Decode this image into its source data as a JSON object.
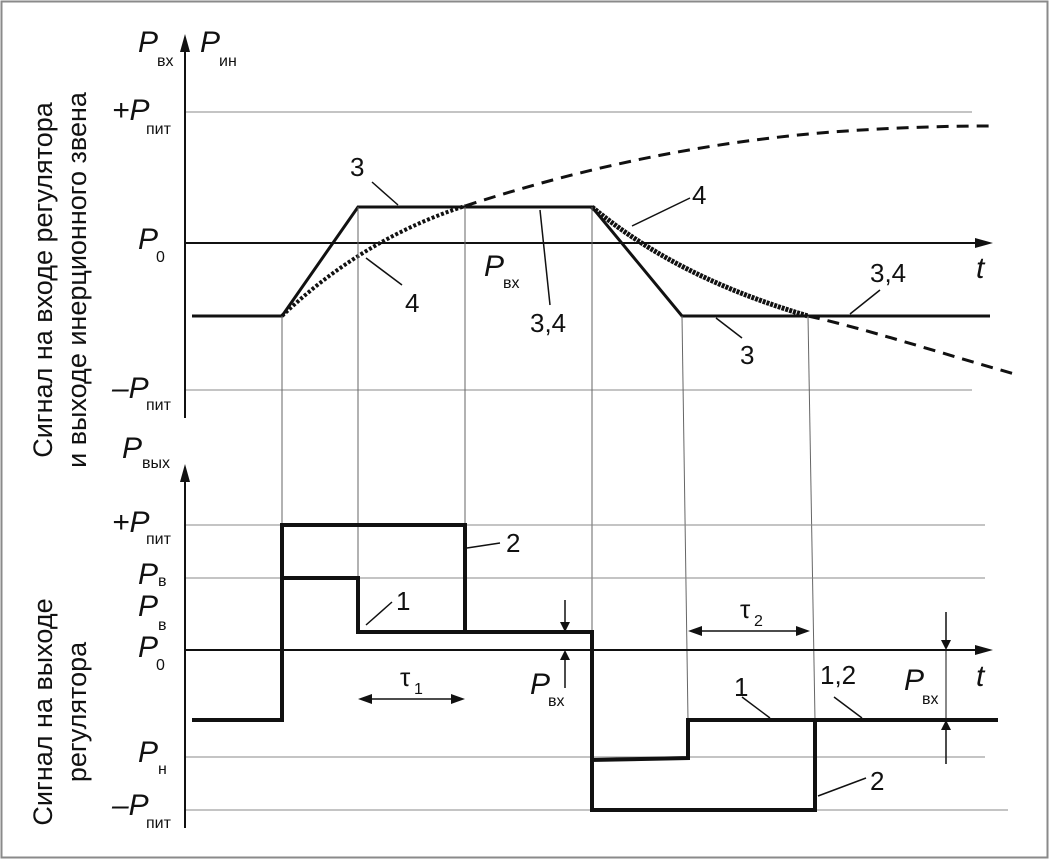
{
  "colors": {
    "border": "#8a8a8a",
    "ink": "#111111",
    "grid": "#888888",
    "background": "#ffffff"
  },
  "y_titles": {
    "top_line1": "Сигнал на входе регулятора",
    "top_line2": "и выходе инерционного звена",
    "bottom_line1": "Сигнал на выходе",
    "bottom_line2": "регулятора"
  },
  "top_plot": {
    "axis_label_1": {
      "main": "P",
      "sub": "вх"
    },
    "axis_label_2": {
      "main": "P",
      "sub": "ин"
    },
    "levels": {
      "plus_pit": {
        "main": "+P",
        "sub": "пит"
      },
      "p0": {
        "main": "P",
        "sub": "0"
      },
      "minus_pit": {
        "main": "–P",
        "sub": "пит"
      }
    },
    "t_label": "t",
    "pvx_label": {
      "main": "P",
      "sub": "вх"
    },
    "curve_labels": [
      "3",
      "4",
      "3,4",
      "4",
      "3,4",
      "3"
    ]
  },
  "bottom_plot": {
    "axis_label": {
      "main": "P",
      "sub": "вых"
    },
    "levels": {
      "plus_pit": {
        "main": "+P",
        "sub": "пит"
      },
      "pv_upper": {
        "main": "P",
        "sub": "в"
      },
      "pv_lower": {
        "main": "P",
        "sub": "в"
      },
      "p0": {
        "main": "P",
        "sub": "0"
      },
      "pn": {
        "main": "P",
        "sub": "н"
      },
      "minus_pit": {
        "main": "–P",
        "sub": "пит"
      }
    },
    "t_label": "t",
    "tau1": {
      "main": "τ",
      "sub": "1"
    },
    "tau2": {
      "main": "τ",
      "sub": "2"
    },
    "pvx_mid": {
      "main": "P",
      "sub": "вх"
    },
    "pvx_right": {
      "main": "P",
      "sub": "вх"
    },
    "curve_labels": [
      "2",
      "1",
      "1",
      "1,2",
      "2"
    ]
  }
}
